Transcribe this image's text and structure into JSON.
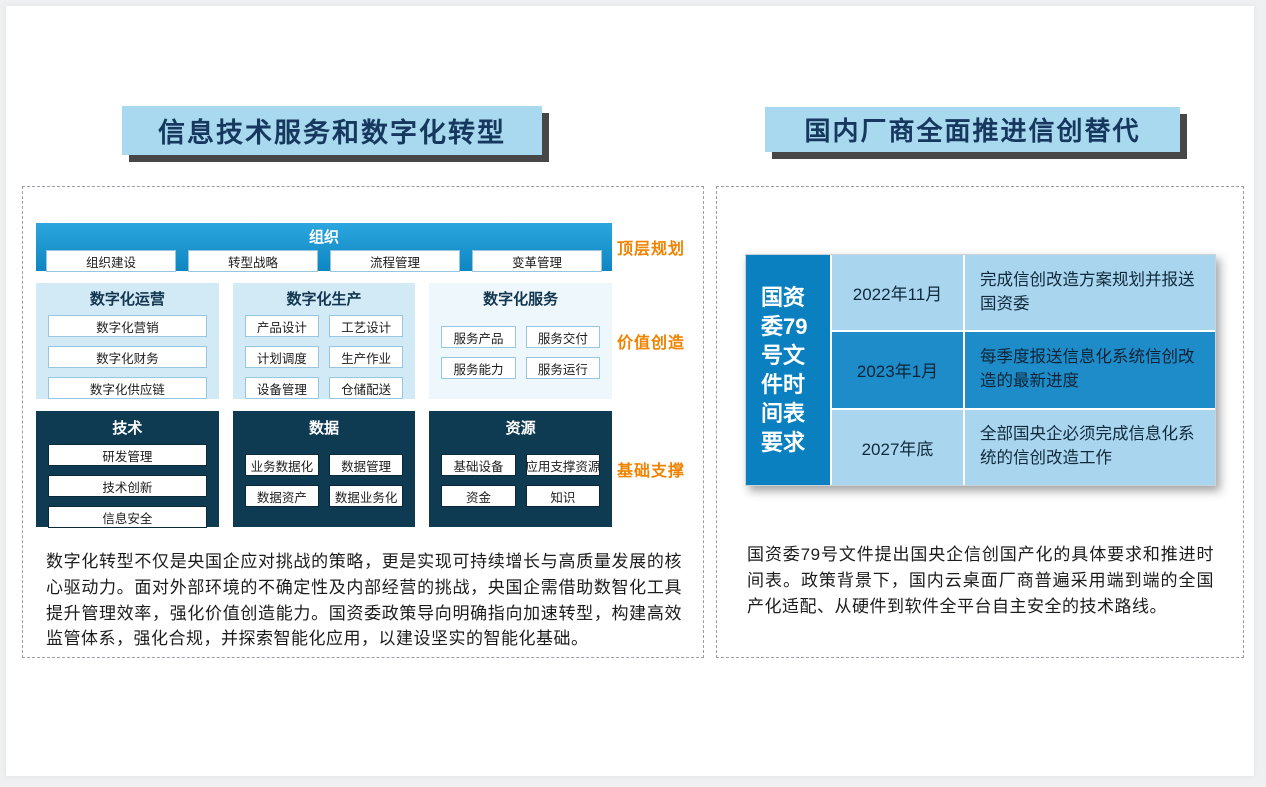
{
  "colors": {
    "title_bg": "#A9D9EE",
    "title_text": "#16375E",
    "header_blue": "#1E94CC",
    "light_section_bg": "#D2E9F6",
    "dark_navy": "#0E3A52",
    "accent_orange": "#F08300",
    "table_header_col": "#0A80C1",
    "table_row_light": "#A9D5EF",
    "table_row_dark": "#1D8CC8"
  },
  "left_panel": {
    "title": "信息技术服务和数字化转型",
    "framework": {
      "top": {
        "label": "顶层规划",
        "header": "组织",
        "items": [
          "组织建设",
          "转型战略",
          "流程管理",
          "变革管理"
        ]
      },
      "middle": {
        "label": "价值创造",
        "columns": [
          {
            "header": "数字化运营",
            "items": [
              "数字化营销",
              "数字化财务",
              "数字化供应链"
            ]
          },
          {
            "header": "数字化生产",
            "items": [
              "产品设计",
              "工艺设计",
              "计划调度",
              "生产作业",
              "设备管理",
              "仓储配送"
            ]
          },
          {
            "header": "数字化服务",
            "items": [
              "服务产品",
              "服务交付",
              "服务能力",
              "服务运行"
            ]
          }
        ]
      },
      "bottom": {
        "label": "基础支撑",
        "columns": [
          {
            "header": "技术",
            "items": [
              "研发管理",
              "技术创新",
              "信息安全"
            ]
          },
          {
            "header": "数据",
            "items": [
              "业务数据化",
              "数据管理",
              "数据资产",
              "数据业务化"
            ]
          },
          {
            "header": "资源",
            "items": [
              "基础设备",
              "应用支撑资源",
              "资金",
              "知识"
            ]
          }
        ]
      }
    },
    "paragraph": "数字化转型不仅是央国企应对挑战的策略，更是实现可持续增长与高质量发展的核心驱动力。面对外部环境的不确定性及内部经营的挑战，央国企需借助数智化工具提升管理效率，强化价值创造能力。国资委政策导向明确指向加速转型，构建高效监管体系，强化合规，并探索智能化应用，以建设坚实的智能化基础。"
  },
  "right_panel": {
    "title": "国内厂商全面推进信创替代",
    "table": {
      "row_header": "国资委79号文件时间表要求",
      "rows": [
        {
          "date": "2022年11月",
          "content": "完成信创改造方案规划并报送国资委"
        },
        {
          "date": "2023年1月",
          "content": "每季度报送信息化系统信创改造的最新进度"
        },
        {
          "date": "2027年底",
          "content": "全部国央企必须完成信息化系统的信创改造工作"
        }
      ]
    },
    "paragraph": "国资委79号文件提出国央企信创国产化的具体要求和推进时间表。政策背景下，国内云桌面厂商普遍采用端到端的全国产化适配、从硬件到软件全平台自主安全的技术路线。"
  }
}
